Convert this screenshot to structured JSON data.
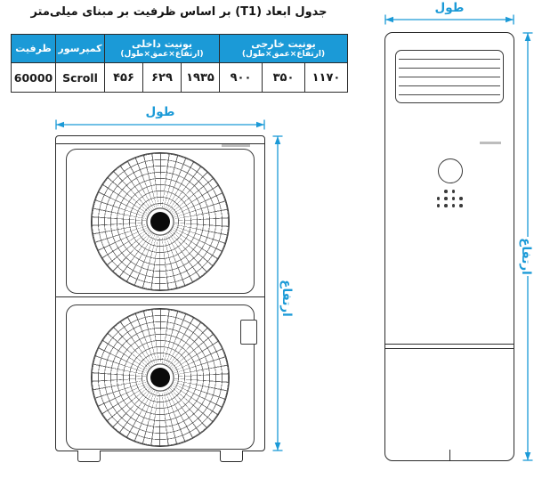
{
  "title": "جدول ابعاد (T1) بر اساس ظرفیت بر مبنای میلی‌متر",
  "table": {
    "col_capacity": "ظرفیت",
    "col_compressor": "کمپرسور",
    "indoor_group": {
      "title": "یونیت داخلی",
      "subtitle": "(ارتفاع×عمق×طول)"
    },
    "outdoor_group": {
      "title": "یونیت خارجی",
      "subtitle": "(ارتفاع×عمق×طول)"
    },
    "row": {
      "capacity": "60000",
      "compressor": "Scroll",
      "indoor_dims": [
        "۴۵۶",
        "۶۲۹",
        "۱۹۳۵"
      ],
      "outdoor_dims": [
        "۹۰۰",
        "۳۵۰",
        "۱۱۷۰"
      ]
    }
  },
  "dimension_labels": {
    "outdoor_length": "طول",
    "outdoor_height": "ارتفاع",
    "indoor_length": "طول",
    "indoor_height": "ارتفاع"
  },
  "colors": {
    "accent": "#1b9ad7",
    "line": "#2b2b2b"
  }
}
